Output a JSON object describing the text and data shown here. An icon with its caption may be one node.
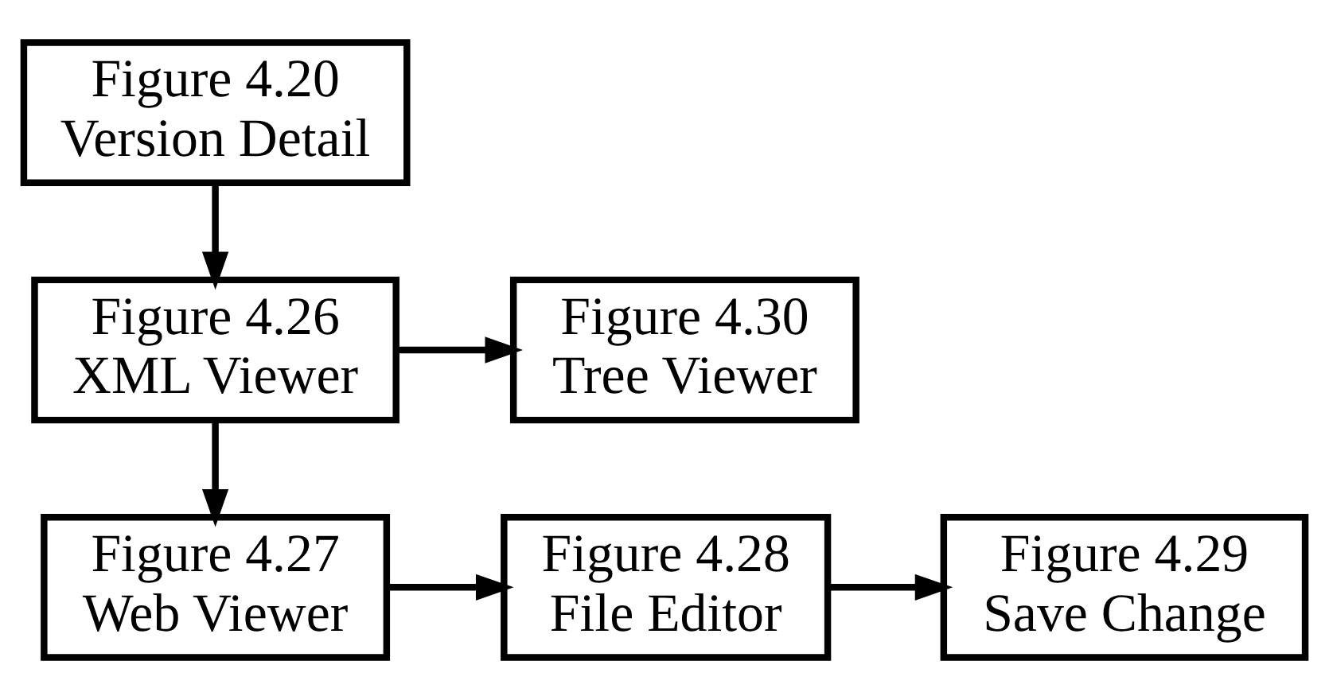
{
  "diagram": {
    "nodes": [
      {
        "text": [
          "Figure 4.20",
          "Version Detail"
        ]
      },
      {
        "text": [
          "Figure 4.26",
          "XML Viewer"
        ]
      },
      {
        "text": [
          "Figure 4.30",
          "Tree Viewer"
        ]
      },
      {
        "text": [
          "Figure 4.27",
          "Web Viewer"
        ]
      },
      {
        "text": [
          "Figure 4.28",
          "File Editor"
        ]
      },
      {
        "text": [
          "Figure 4.29",
          "Save Change"
        ]
      }
    ],
    "edges": [
      {
        "from": 0,
        "to": 1,
        "arrow": "to"
      },
      {
        "from": 1,
        "to": 2,
        "arrow": "to"
      },
      {
        "from": 1,
        "to": 3,
        "arrow": "to"
      },
      {
        "from": 3,
        "to": 4,
        "arrow": "to"
      },
      {
        "from": 4,
        "to": 5,
        "arrow": "to"
      }
    ]
  }
}
